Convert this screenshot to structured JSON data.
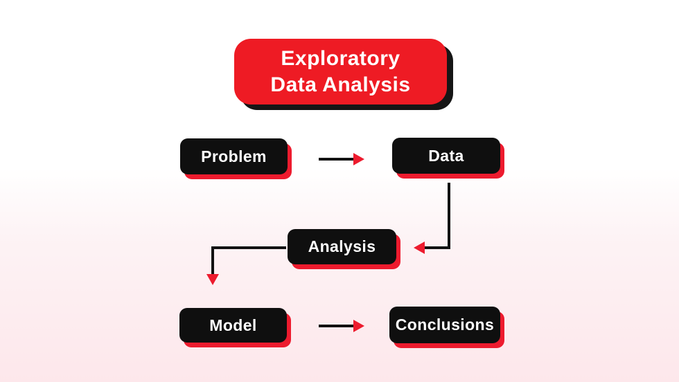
{
  "diagram": {
    "title": {
      "line1": "Exploratory",
      "line2": "Data Analysis"
    },
    "nodes": [
      {
        "id": "problem",
        "label": "Problem"
      },
      {
        "id": "data",
        "label": "Data"
      },
      {
        "id": "analysis",
        "label": "Analysis"
      },
      {
        "id": "model",
        "label": "Model"
      },
      {
        "id": "conclusions",
        "label": "Conclusions"
      }
    ],
    "edges": [
      {
        "from": "Problem",
        "to": "Data",
        "shape": "straight-right"
      },
      {
        "from": "Data",
        "to": "Analysis",
        "shape": "elbow-down-left"
      },
      {
        "from": "Analysis",
        "to": "Model",
        "shape": "elbow-left-down"
      },
      {
        "from": "Model",
        "to": "Conclusions",
        "shape": "straight-right"
      }
    ],
    "colors": {
      "accent_red": "#ED1B2E",
      "title_red": "#EE1B24",
      "node_black": "#0F0F0F",
      "arrow_black": "#121212",
      "text_white": "#FFFFFF",
      "bg_top": "#FFFFFF",
      "bg_bottom": "#FDE7EB"
    }
  }
}
